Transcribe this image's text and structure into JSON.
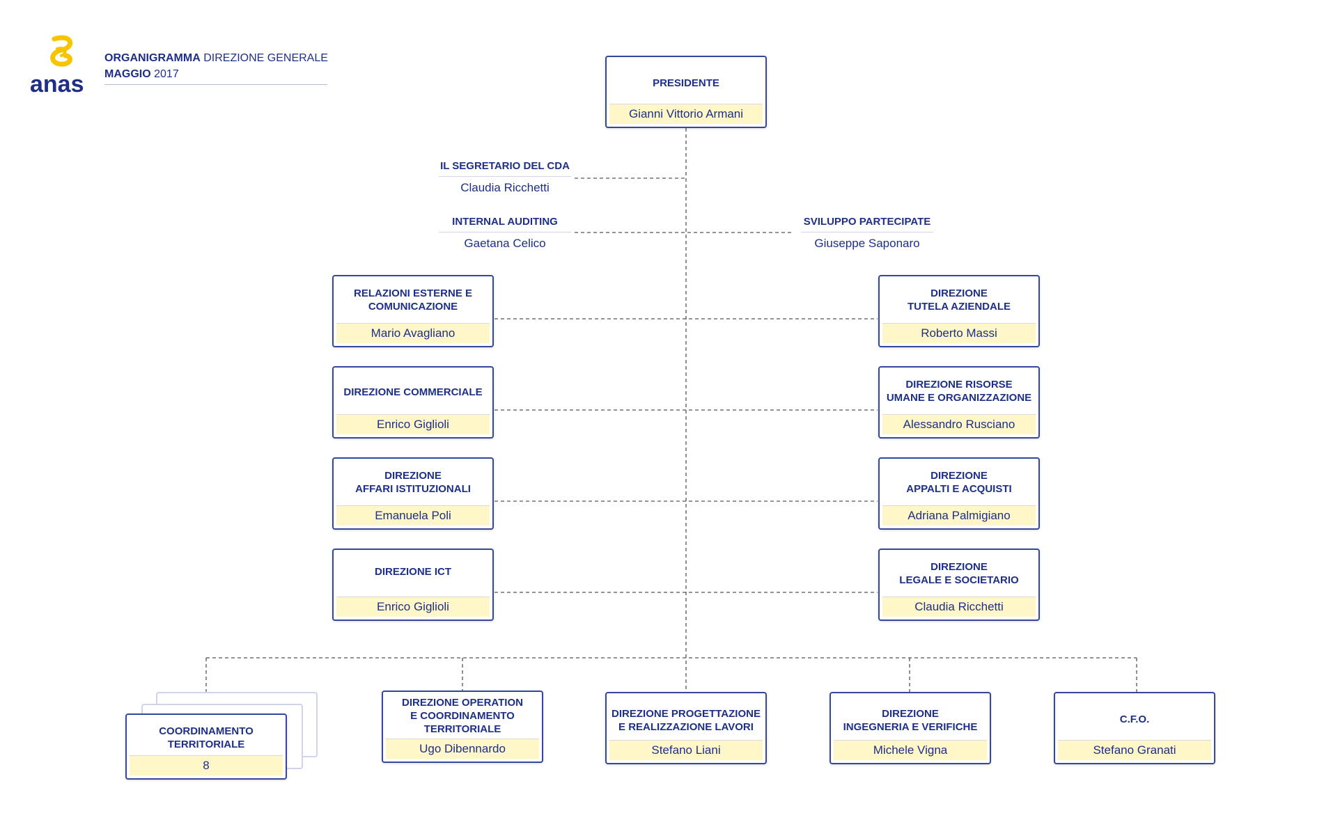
{
  "header": {
    "logo_text": "anas",
    "title_bold": "ORGANIGRAMMA",
    "title_rest": " DIREZIONE GENERALE",
    "date_bold": "MAGGIO",
    "date_rest": " 2017"
  },
  "colors": {
    "primary": "#1d2f86",
    "box_border": "#34479b",
    "name_fill": "#fff7c8",
    "logo_yellow": "#f6c500"
  },
  "top": {
    "title": "PRESIDENTE",
    "name": "Gianni Vittorio Armani"
  },
  "staff": {
    "segretario": {
      "title": "IL SEGRETARIO DEL CDA",
      "name": "Claudia Ricchetti"
    },
    "auditing": {
      "title": "INTERNAL AUDITING",
      "name": "Gaetana Celico"
    },
    "partecipate": {
      "title": "SVILUPPO PARTECIPATE",
      "name": "Giuseppe Saponaro"
    }
  },
  "left": [
    {
      "title": "RELAZIONI ESTERNE E\nCOMUNICAZIONE",
      "name": "Mario Avagliano"
    },
    {
      "title": "DIREZIONE COMMERCIALE",
      "name": "Enrico Giglioli"
    },
    {
      "title": "DIREZIONE\nAFFARI ISTITUZIONALI",
      "name": "Emanuela Poli"
    },
    {
      "title": "DIREZIONE ICT",
      "name": "Enrico Giglioli"
    }
  ],
  "right": [
    {
      "title": "DIREZIONE\nTUTELA AZIENDALE",
      "name": "Roberto Massi"
    },
    {
      "title": "DIREZIONE RISORSE\nUMANE E ORGANIZZAZIONE",
      "name": "Alessandro Rusciano"
    },
    {
      "title": "DIREZIONE\nAPPALTI E ACQUISTI",
      "name": "Adriana Palmigiano"
    },
    {
      "title": "DIREZIONE\nLEGALE E SOCIETARIO",
      "name": "Claudia Ricchetti"
    }
  ],
  "bottom": [
    {
      "title": "COORDINAMENTO\nTERRITORIALE",
      "name": "8"
    },
    {
      "title": "DIREZIONE OPERATION\nE COORDINAMENTO\nTERRITORIALE",
      "name": "Ugo Dibennardo"
    },
    {
      "title": "DIREZIONE PROGETTAZIONE\nE REALIZZAZIONE LAVORI",
      "name": "Stefano Liani"
    },
    {
      "title": "DIREZIONE\nINGEGNERIA E VERIFICHE",
      "name": "Michele Vigna"
    },
    {
      "title": "C.F.O.",
      "name": "Stefano Granati"
    }
  ]
}
